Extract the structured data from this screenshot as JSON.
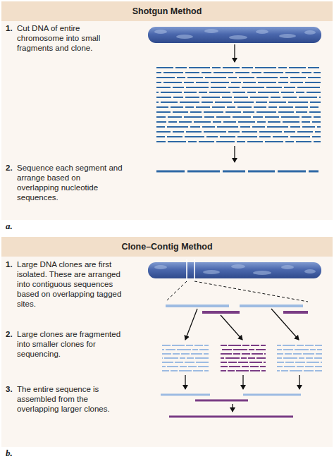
{
  "diagram": {
    "nodes": [
      {
        "text": [
          "Shotgun Method"
        ]
      },
      {
        "text": [
          "Clone–Contig Method"
        ]
      }
    ],
    "labels": [
      "1.",
      "Cut DNA of entire chromosome into small fragments and clone.",
      "2.",
      "Sequence each segment and arrange based on overlapping nucleotide sequences.",
      "a.",
      "1.",
      "Large DNA clones are first isolated. These are arranged into contiguous sequences based on overlapping tagged sites.",
      "2.",
      "Large clones are fragmented into smaller clones for sequencing.",
      "3.",
      "The entire sequence is assembled from the overlapping larger clones.",
      "b."
    ]
  }
}
